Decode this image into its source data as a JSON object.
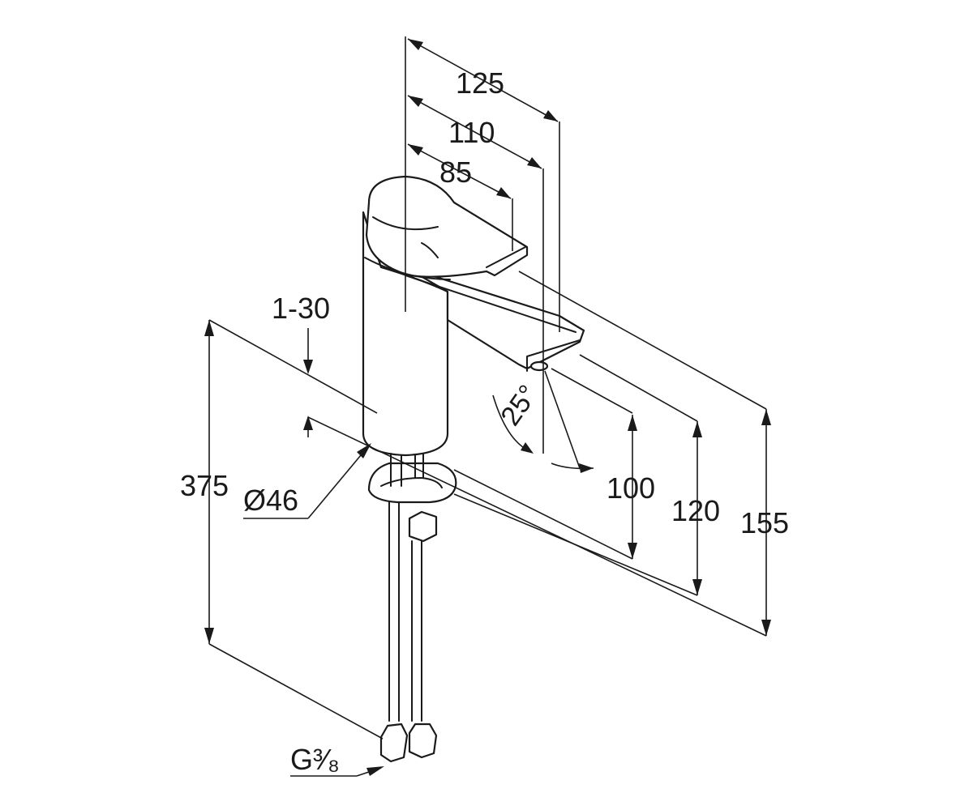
{
  "dimensions": {
    "d125": "125",
    "d110": "110",
    "d85": "85",
    "d1_30": "1-30",
    "d375": "375",
    "d46": "Ø46",
    "d25": "25°",
    "d100": "100",
    "d120": "120",
    "d155": "155",
    "thread": "G³⁄₈"
  }
}
